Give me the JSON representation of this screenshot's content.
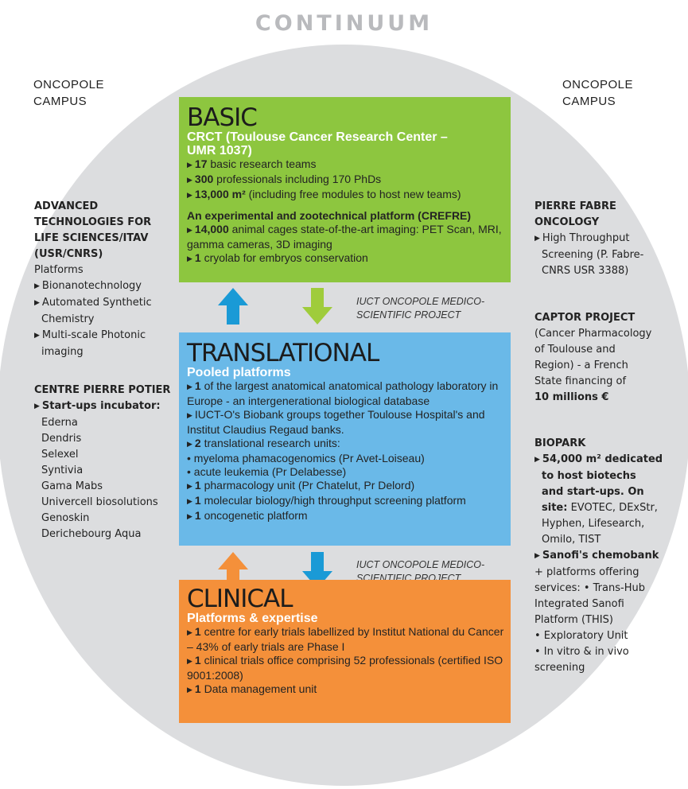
{
  "title": "CONTINUUM",
  "campus_left": [
    "ONCOPOLE",
    "CAMPUS"
  ],
  "campus_right": [
    "ONCOPOLE",
    "CAMPUS"
  ],
  "left_blocks": [
    {
      "heading": [
        "ADVANCED",
        "TECHNOLOGIES FOR",
        "LIFE SCIENCES/ITAV",
        "(USR/CNRS)"
      ],
      "lines": [
        "Platforms"
      ],
      "bullets": [
        "Bionanotechnology",
        "Automated Synthetic",
        "Chemistry",
        "Multi-scale Photonic",
        "imaging"
      ]
    },
    {
      "heading": [
        "CENTRE PIERRE POTIER"
      ],
      "bold_bullet": "Start-ups incubator:",
      "items": [
        "Ederna",
        "Dendris",
        "Selexel",
        "Syntivia",
        "Gama Mabs",
        "Univercell biosolutions",
        "Genoskin",
        "Derichebourg Aqua"
      ]
    }
  ],
  "right_blocks": {
    "pierre_fabre": {
      "heading": [
        "PIERRE FABRE",
        "ONCOLOGY"
      ],
      "bullet": "High Throughput",
      "lines": [
        "Screening (P. Fabre-",
        "CNRS USR 3388)"
      ]
    },
    "captor": {
      "heading": "CAPTOR PROJECT",
      "lines": [
        "(Cancer Pharmacology",
        "of Toulouse and",
        "Region) - a French",
        "State financing of"
      ],
      "bold_line": "10 millions €"
    },
    "biopark": {
      "heading": "BIOPARK",
      "bullet1_bold": [
        "54,000 m² dedicated",
        "to host biotechs",
        "and start-ups. On"
      ],
      "site_label": "site:",
      "site_lines": [
        "EVOTEC, DExStr,",
        "Hyphen, Lifesearch,",
        "Omilo, TIST"
      ],
      "bullet2_bold": "Sanofi's chemobank",
      "more_lines": [
        "+ platforms offering",
        "services: • Trans-Hub",
        "Integrated Sanofi",
        "Platform (THIS)",
        "• Exploratory Unit",
        "• In vitro & in vivo",
        "screening"
      ]
    }
  },
  "basic": {
    "title": "BASIC",
    "subtitle": "CRCT (Toulouse Cancer Research Center –\nUMR 1037)",
    "items": [
      {
        "num": "17",
        "text": " basic research teams"
      },
      {
        "num": "300",
        "text": " professionals including 170 PhDs"
      },
      {
        "num": "13,000 m²",
        "text": " (including free modules to host new teams)"
      }
    ],
    "section": "An experimental and zootechnical platform (CREFRE)",
    "items2": [
      {
        "num": "14,000",
        "text": " animal cages state-of-the-art imaging: PET Scan, MRI, gamma cameras, 3D imaging"
      },
      {
        "num": "1",
        "text": " cryolab for embryos conservation"
      }
    ]
  },
  "arrow_label_1": [
    "IUCT ONCOPOLE MEDICO-",
    "SCIENTIFIC PROJECT"
  ],
  "translational": {
    "title": "TRANSLATIONAL",
    "subtitle": "Pooled platforms",
    "items": [
      {
        "num": "1",
        "text": " of the largest anatomical anatomical pathology laboratory in Europe - an intergenerational biological database"
      },
      {
        "num": "",
        "text": "IUCT-O's Biobank groups together Toulouse Hospital's and Institut Claudius Regaud banks."
      },
      {
        "num": "2",
        "text": " translational research units:"
      }
    ],
    "dots": [
      "myeloma phamacogenomics (Pr Avet-Loiseau)",
      "acute leukemia (Pr Delabesse)"
    ],
    "items2": [
      {
        "num": "1",
        "text": " pharmacology unit (Pr Chatelut, Pr Delord)"
      },
      {
        "num": "1",
        "text": " molecular biology/high throughput screening platform"
      },
      {
        "num": "1",
        "text": " oncogenetic platform"
      }
    ]
  },
  "arrow_label_2": [
    "IUCT ONCOPOLE MEDICO-",
    "SCIENTIFIC PROJECT"
  ],
  "clinical": {
    "title": "CLINICAL",
    "subtitle": "Platforms & expertise",
    "items": [
      {
        "num": "1",
        "text": " centre for early trials labellized by Institut National du Cancer – 43% of early trials are Phase I"
      },
      {
        "num": "1",
        "text": " clinical trials office comprising 52 professionals (certified ISO 9001:2008)"
      },
      {
        "num": "1",
        "text": " Data management unit"
      }
    ]
  },
  "colors": {
    "basic": "#8dc63f",
    "translational": "#6ab9e8",
    "clinical": "#f4903a",
    "arrow_up_1": "#1a9ad6",
    "arrow_down_1": "#9fcc3b",
    "arrow_up_2": "#f4903a",
    "arrow_down_2": "#1a9ad6",
    "background_circle": "#dcdddf"
  }
}
